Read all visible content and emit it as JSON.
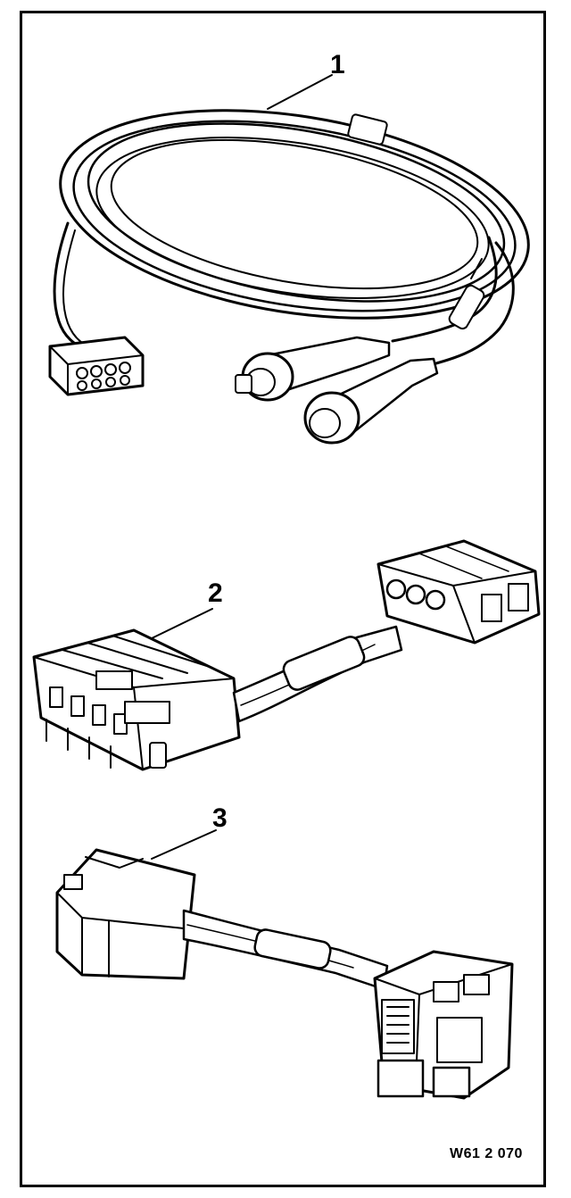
{
  "callouts": {
    "item_1": "1",
    "item_2": "2",
    "item_3": "3"
  },
  "figure_id": "W61 2 070",
  "icons": {
    "part_1": "cable-harness-with-round-plugs-icon",
    "part_2": "multi-pin-adapter-cable-icon",
    "part_3": "connector-adapter-cable-icon"
  }
}
